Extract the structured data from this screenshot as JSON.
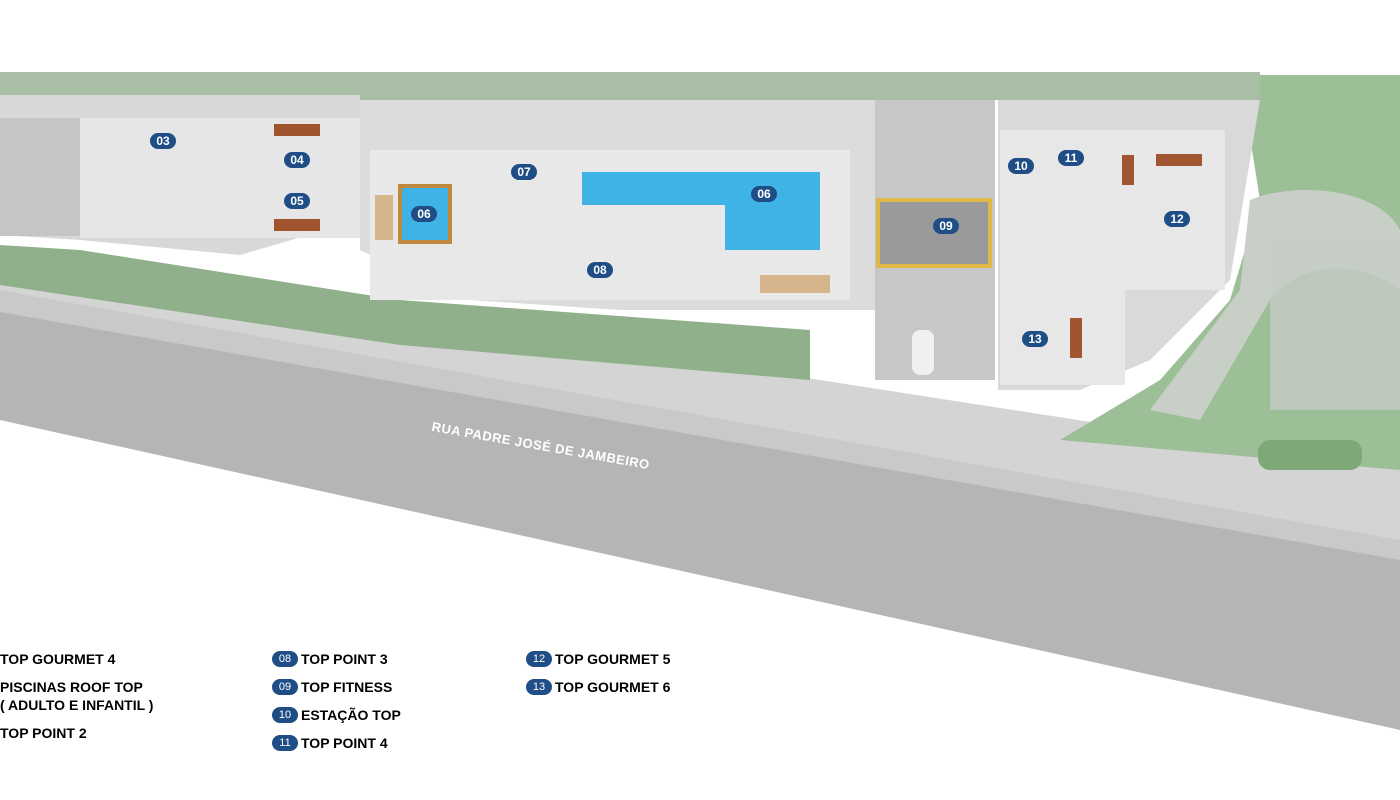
{
  "map": {
    "street_name": "RUA PADRE JOSÉ DE JAMBEIRO",
    "colors": {
      "badge": "#1f4e86",
      "pool": "#3fb3e6",
      "grass": "#8fb58a",
      "road": "#b4b4b4",
      "building": "#d9d9d9",
      "fitness_border": "#e0b84a"
    },
    "markers": [
      "03",
      "04",
      "05",
      "06",
      "06",
      "07",
      "08",
      "09",
      "10",
      "11",
      "12",
      "13"
    ]
  },
  "legend": {
    "col1": [
      {
        "number": "",
        "label": "TOP GOURMET 4"
      },
      {
        "number": "",
        "label": "PISCINAS ROOF TOP\n( ADULTO E INFANTIL )"
      },
      {
        "number": "",
        "label": "TOP POINT 2"
      }
    ],
    "col2": [
      {
        "number": "08",
        "label": "TOP POINT 3"
      },
      {
        "number": "09",
        "label": "TOP FITNESS"
      },
      {
        "number": "10",
        "label": "ESTAÇÃO TOP"
      },
      {
        "number": "11",
        "label": "TOP POINT 4"
      }
    ],
    "col3": [
      {
        "number": "12",
        "label": "TOP GOURMET 5"
      },
      {
        "number": "13",
        "label": "TOP GOURMET 6"
      }
    ]
  }
}
